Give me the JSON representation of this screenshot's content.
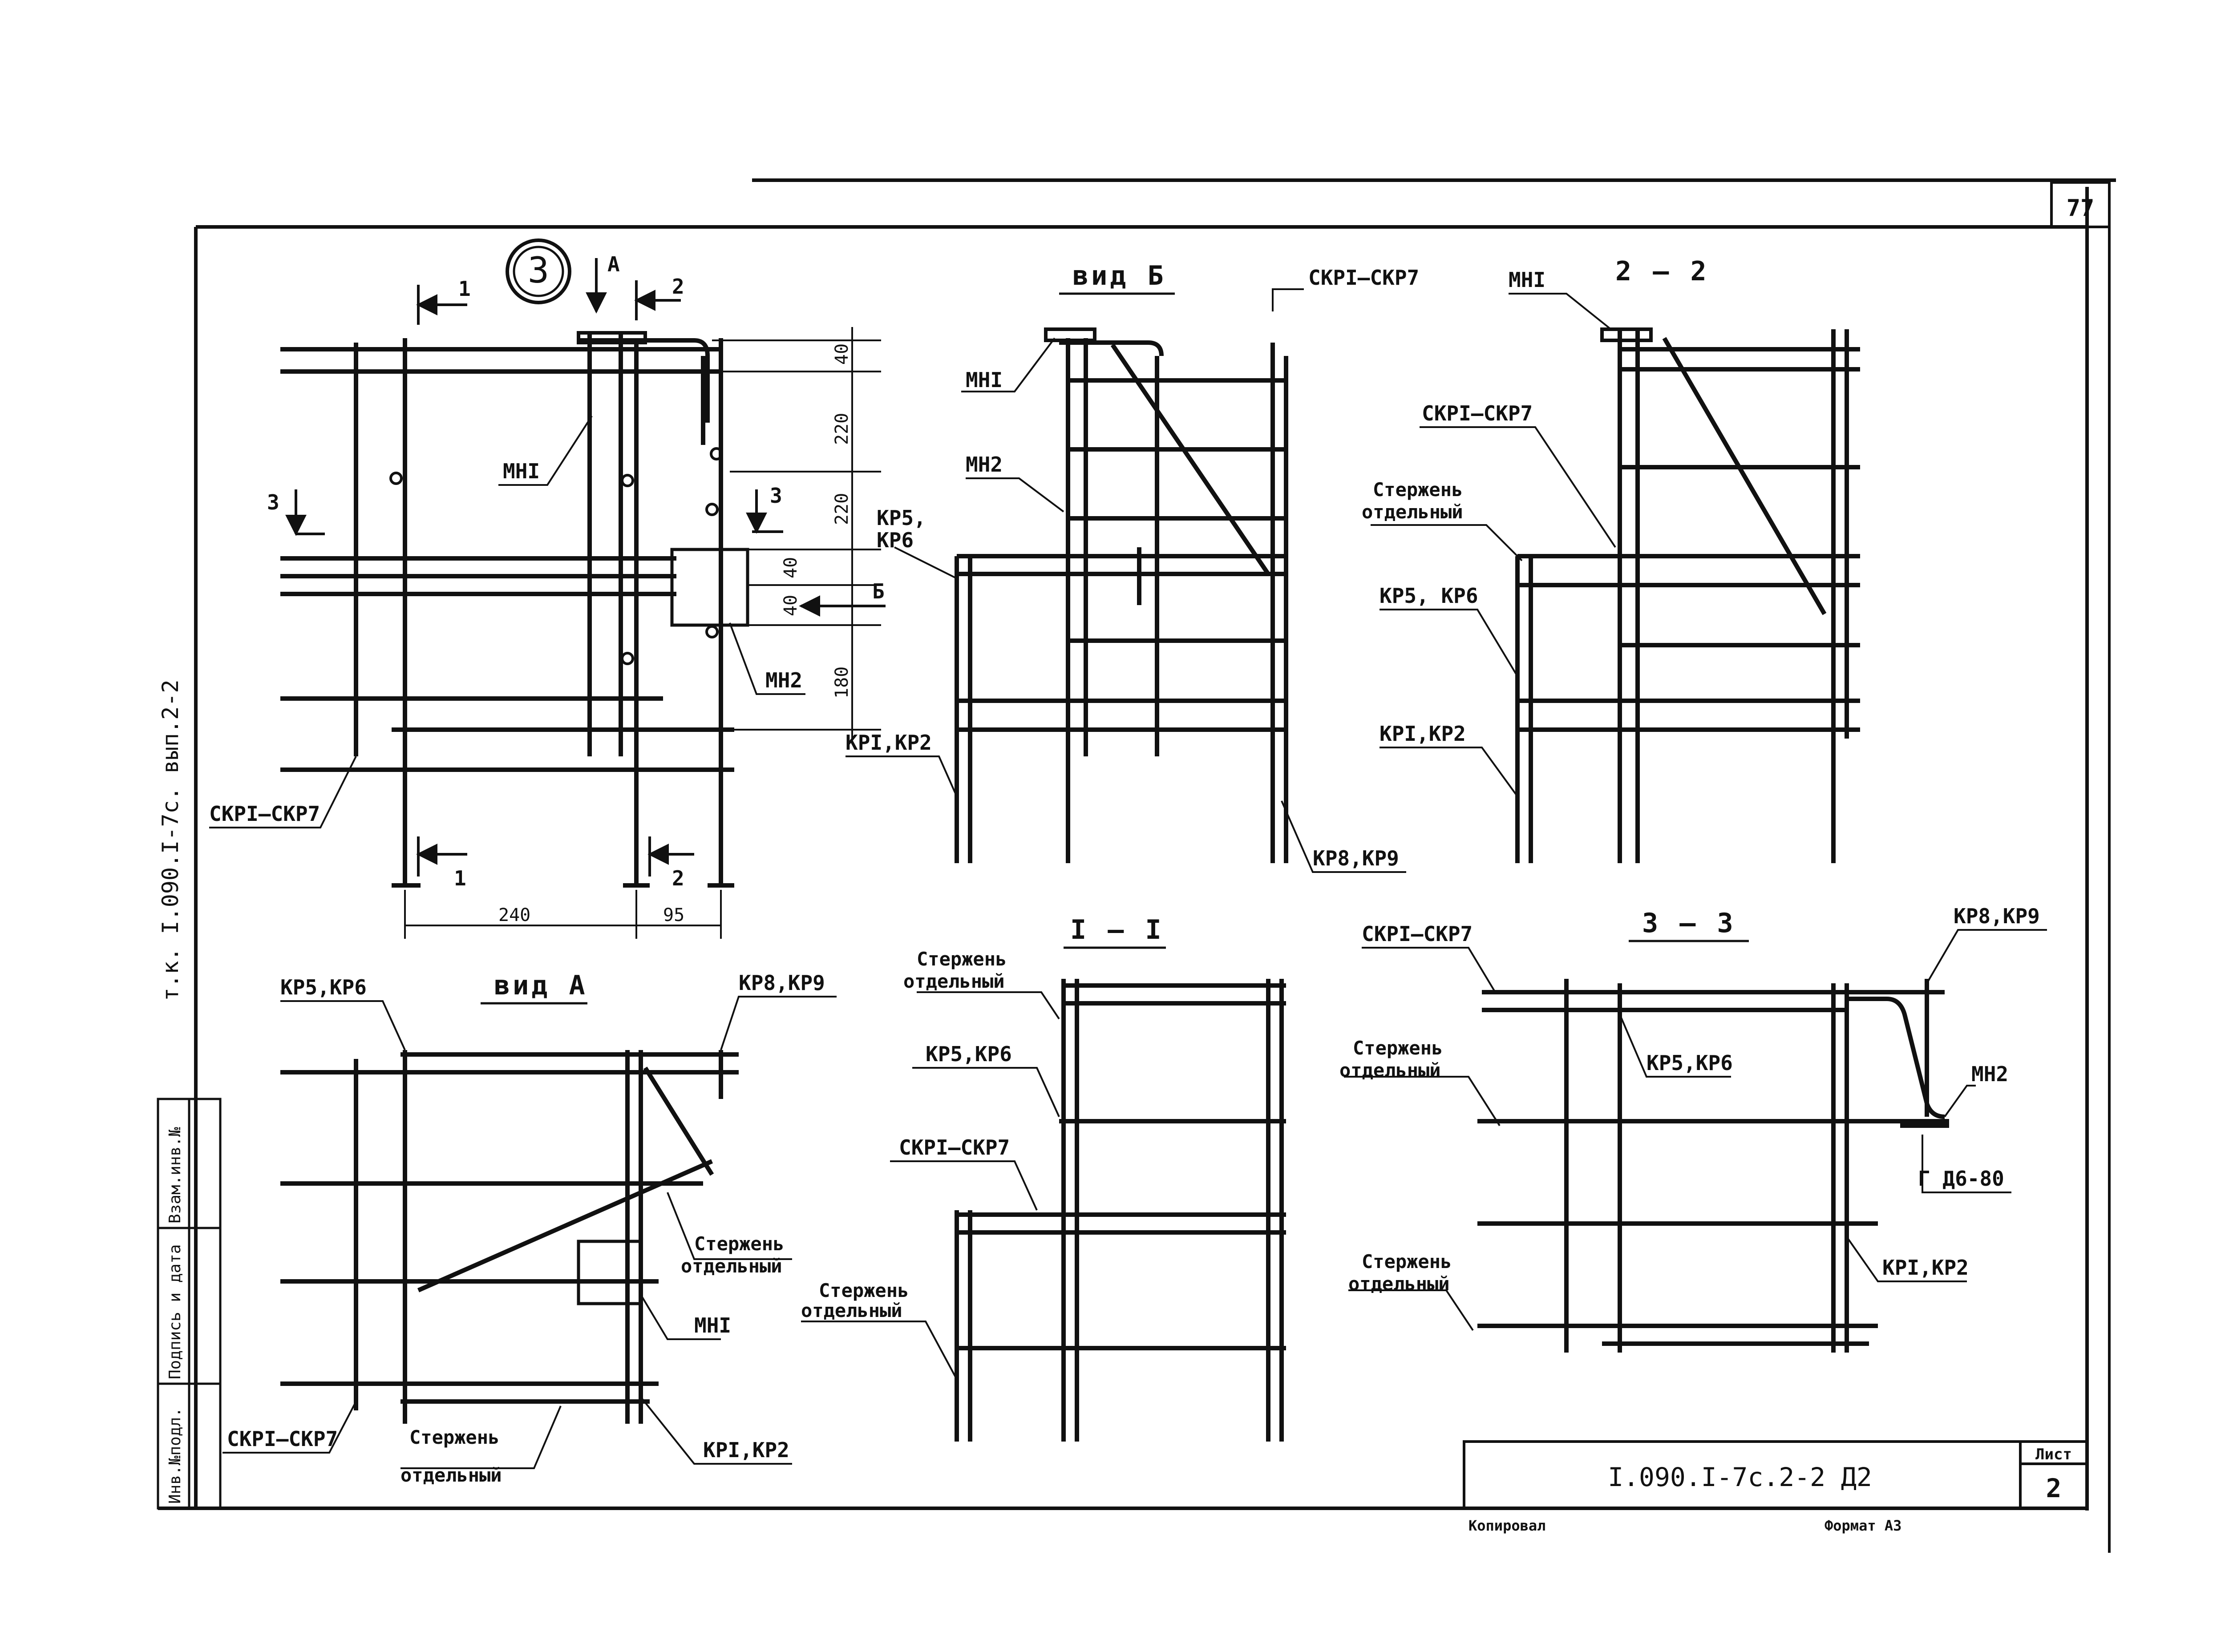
{
  "page_number": "77",
  "sheet_label": "Лист",
  "sheet_value": "2",
  "doc_code": "I.090.I-7с.2-2 Д2",
  "side_code": "т.к. I.090.I-7с. вып.2-2",
  "copied_label": "Копировал",
  "format_label": "Формат А3",
  "stamp_cells": [
    "Инв.№подл.",
    "Подпись и дата",
    "Взам.инв.№"
  ],
  "node_marker": "3",
  "section_marks": {
    "s1": "1",
    "s2": "2",
    "s3": "3",
    "a": "А",
    "b": "Б"
  },
  "dimensions": {
    "d40a": "40",
    "d220a": "220",
    "d220b": "220",
    "d40b": "40",
    "d40c": "40",
    "d180": "180",
    "d240": "240",
    "d95": "95"
  },
  "titles": {
    "vid_b": "вид  Б",
    "s22": "2 — 2",
    "vid_a": "вид  А",
    "s11": "I — I",
    "s33": "3 — 3"
  },
  "labels": {
    "mn1": "МНI",
    "mn2": "МН2",
    "skr": "СКРI–СКР7",
    "kr56": "КР5,КР6",
    "kr56_comma": "КР5,",
    "kr6": "КР6",
    "kr56_sp": "КР5, КР6",
    "kr12": "КРI,КР2",
    "kr89": "КР8,КР9",
    "rod1": "Стержень",
    "rod2": "отдельный",
    "gd": "Г Д6-80"
  }
}
